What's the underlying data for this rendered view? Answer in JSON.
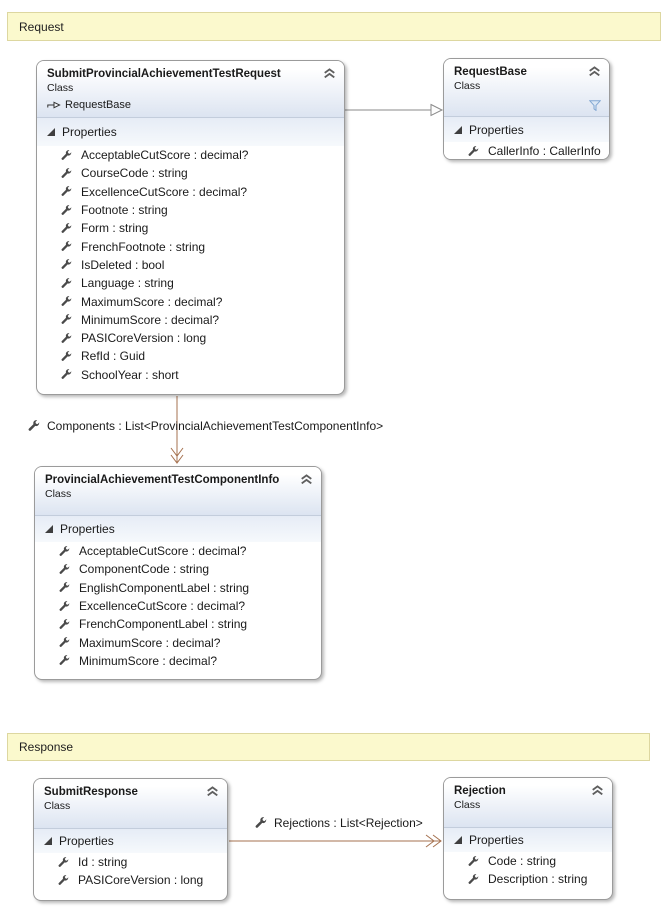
{
  "groups": {
    "request": {
      "label": "Request"
    },
    "response": {
      "label": "Response"
    }
  },
  "classes": {
    "submit_request": {
      "title": "SubmitProvincialAchievementTestRequest",
      "stereotype": "Class",
      "base": "RequestBase",
      "section": "Properties",
      "properties": [
        "AcceptableCutScore : decimal?",
        "CourseCode : string",
        "ExcellenceCutScore : decimal?",
        "Footnote : string",
        "Form : string",
        "FrenchFootnote : string",
        "IsDeleted : bool",
        "Language : string",
        "MaximumScore : decimal?",
        "MinimumScore : decimal?",
        "PASICoreVersion : long",
        "RefId : Guid",
        "SchoolYear : short"
      ]
    },
    "request_base": {
      "title": "RequestBase",
      "stereotype": "Class",
      "section": "Properties",
      "properties": [
        "CallerInfo : CallerInfo"
      ]
    },
    "component_info": {
      "title": "ProvincialAchievementTestComponentInfo",
      "stereotype": "Class",
      "section": "Properties",
      "properties": [
        "AcceptableCutScore : decimal?",
        "ComponentCode : string",
        "EnglishComponentLabel : string",
        "ExcellenceCutScore : decimal?",
        "FrenchComponentLabel : string",
        "MaximumScore : decimal?",
        "MinimumScore : decimal?"
      ]
    },
    "submit_response": {
      "title": "SubmitResponse",
      "stereotype": "Class",
      "section": "Properties",
      "properties": [
        "Id : string",
        "PASICoreVersion : long"
      ]
    },
    "rejection": {
      "title": "Rejection",
      "stereotype": "Class",
      "section": "Properties",
      "properties": [
        "Code : string",
        "Description : string"
      ]
    }
  },
  "associations": {
    "components": {
      "label": "Components : List<ProvincialAchievementTestComponentInfo>"
    },
    "rejections": {
      "label": "Rejections : List<Rejection>"
    }
  },
  "colors": {
    "banner_bg": "#fbf9cd",
    "banner_border": "#ddd7a0",
    "box_border": "#9b9b9b",
    "header_gradient_end": "#dce4f1",
    "section_band": "#e6ecf6",
    "association_line": "#a5714f",
    "inheritance_line": "#8a8a8a",
    "filter_icon_blue": "#82a7d2"
  }
}
